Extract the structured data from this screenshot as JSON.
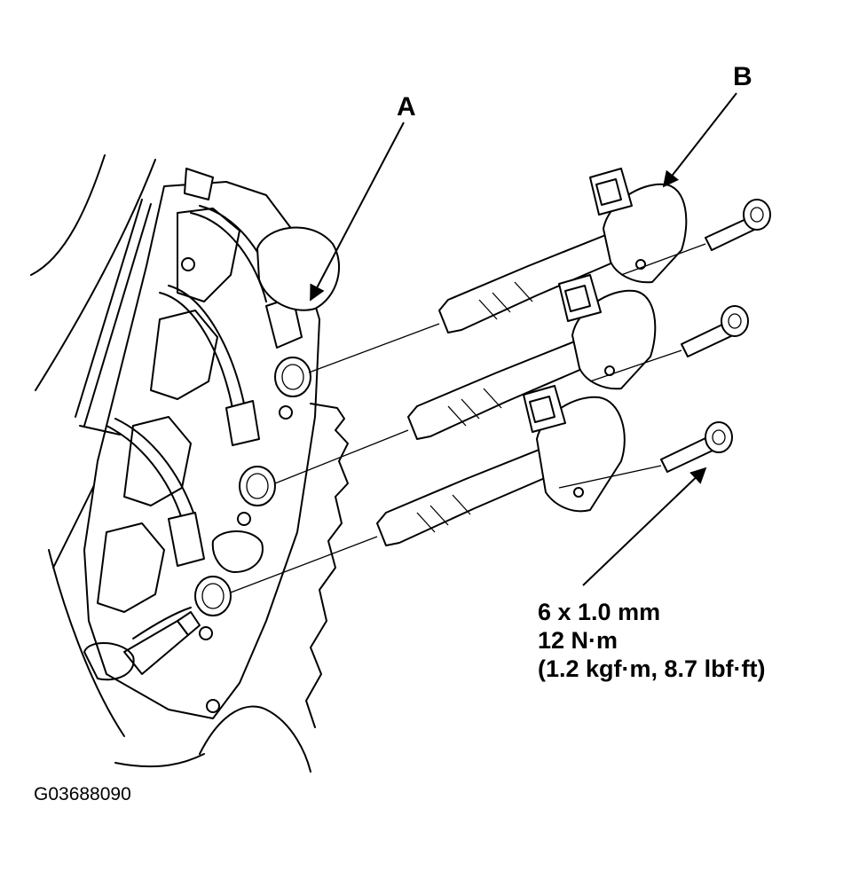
{
  "labels": {
    "a": "A",
    "b": "B"
  },
  "spec": {
    "thread": "6 x 1.0 mm",
    "torque": "12 N·m",
    "torque_alt": "(1.2 kgf·m, 8.7 lbf·ft)"
  },
  "figure_id": "G03688090"
}
